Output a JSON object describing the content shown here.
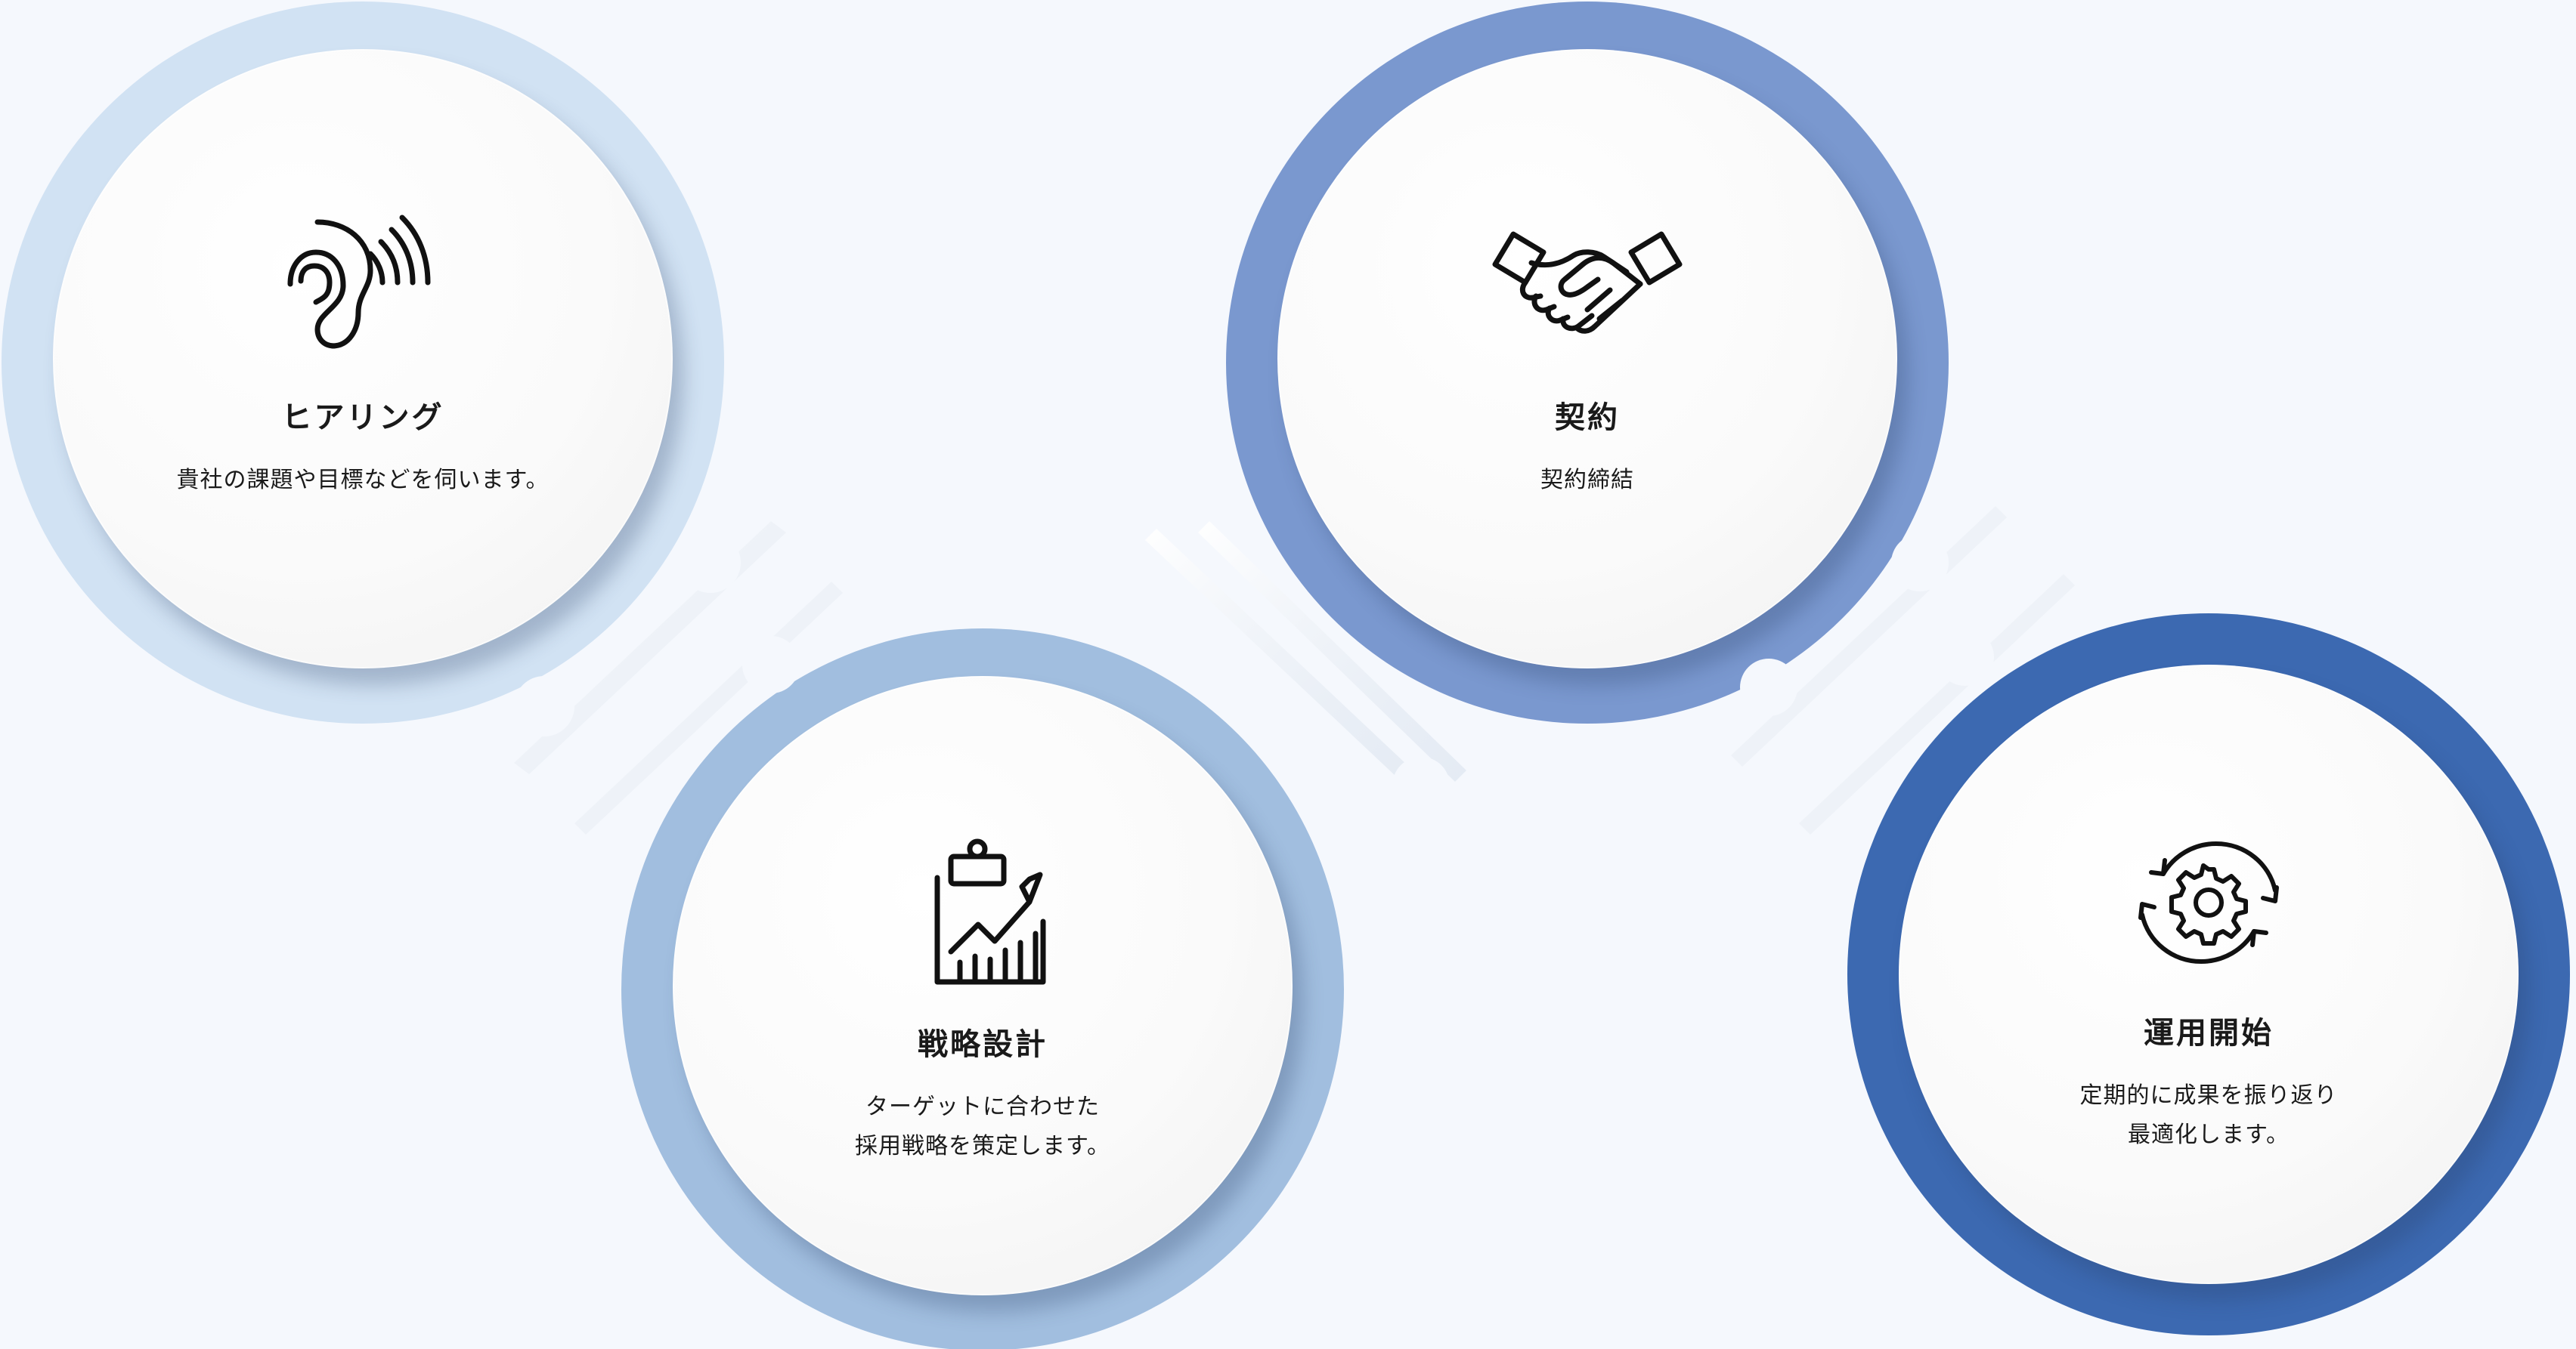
{
  "steps": [
    {
      "title": "ヒアリング",
      "desc_lines": [
        "貴社の課題や目標などを伺います。"
      ],
      "icon": "ear-listening-icon",
      "ring_color": "#d1e2f3"
    },
    {
      "title": "戦略設計",
      "desc_lines": [
        "ターゲットに合わせた",
        "採用戦略を策定します。"
      ],
      "icon": "clipboard-growth-chart-icon",
      "ring_color": "#a1bedf"
    },
    {
      "title": "契約",
      "desc_lines": [
        "契約締結"
      ],
      "icon": "handshake-icon",
      "ring_color": "#7a98cf"
    },
    {
      "title": "運用開始",
      "desc_lines": [
        "定期的に成果を振り返り",
        "最適化します。"
      ],
      "icon": "gear-cycle-icon",
      "ring_color": "#3c69b1"
    }
  ]
}
